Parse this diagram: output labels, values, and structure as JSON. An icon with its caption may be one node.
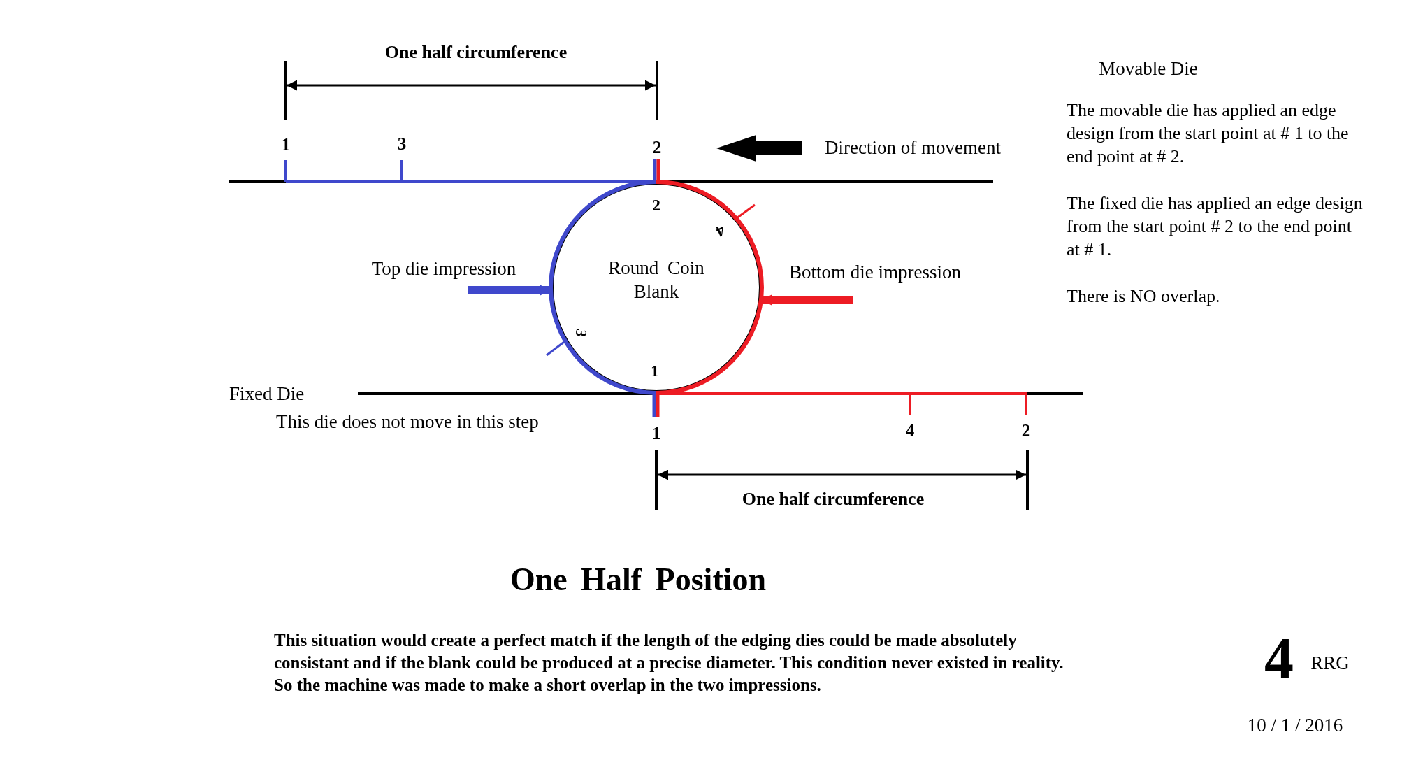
{
  "diagram": {
    "title": "One Half Position",
    "caption": "This situation would create a perfect match if the length of the edging dies could be made absolutely consistant and if the blank could be produced at a precise diameter. This condition never existed in reality.  So the machine was made to make a short overlap in the two impressions.",
    "nodes": [
      {
        "text": [
          "Round Coin Blank"
        ]
      },
      {
        "text": [
          "Top die impression"
        ]
      },
      {
        "text": [
          "Bottom die impression"
        ]
      }
    ],
    "edges": [
      {
        "from": 1,
        "to": 0,
        "arrow": "to",
        "color": "#3f48cc"
      },
      {
        "from": 2,
        "to": 0,
        "arrow": "to",
        "color": "#ed1c24"
      }
    ],
    "labels": [
      "One half circumference",
      "1",
      "3",
      "2",
      "Direction of movement",
      "2",
      "4",
      "3",
      "1",
      "Fixed Die",
      "This die does not move in this step",
      "1",
      "4",
      "2",
      "One half circumference",
      "Movable Die",
      "The movable die has applied an edge design from the start point at # 1 to the end point at # 2.",
      "The fixed die has applied an edge design from the start point # 2 to the end point at # 1.",
      "There is NO overlap.",
      "4",
      "RRG",
      "10 / 1 / 2016"
    ]
  }
}
